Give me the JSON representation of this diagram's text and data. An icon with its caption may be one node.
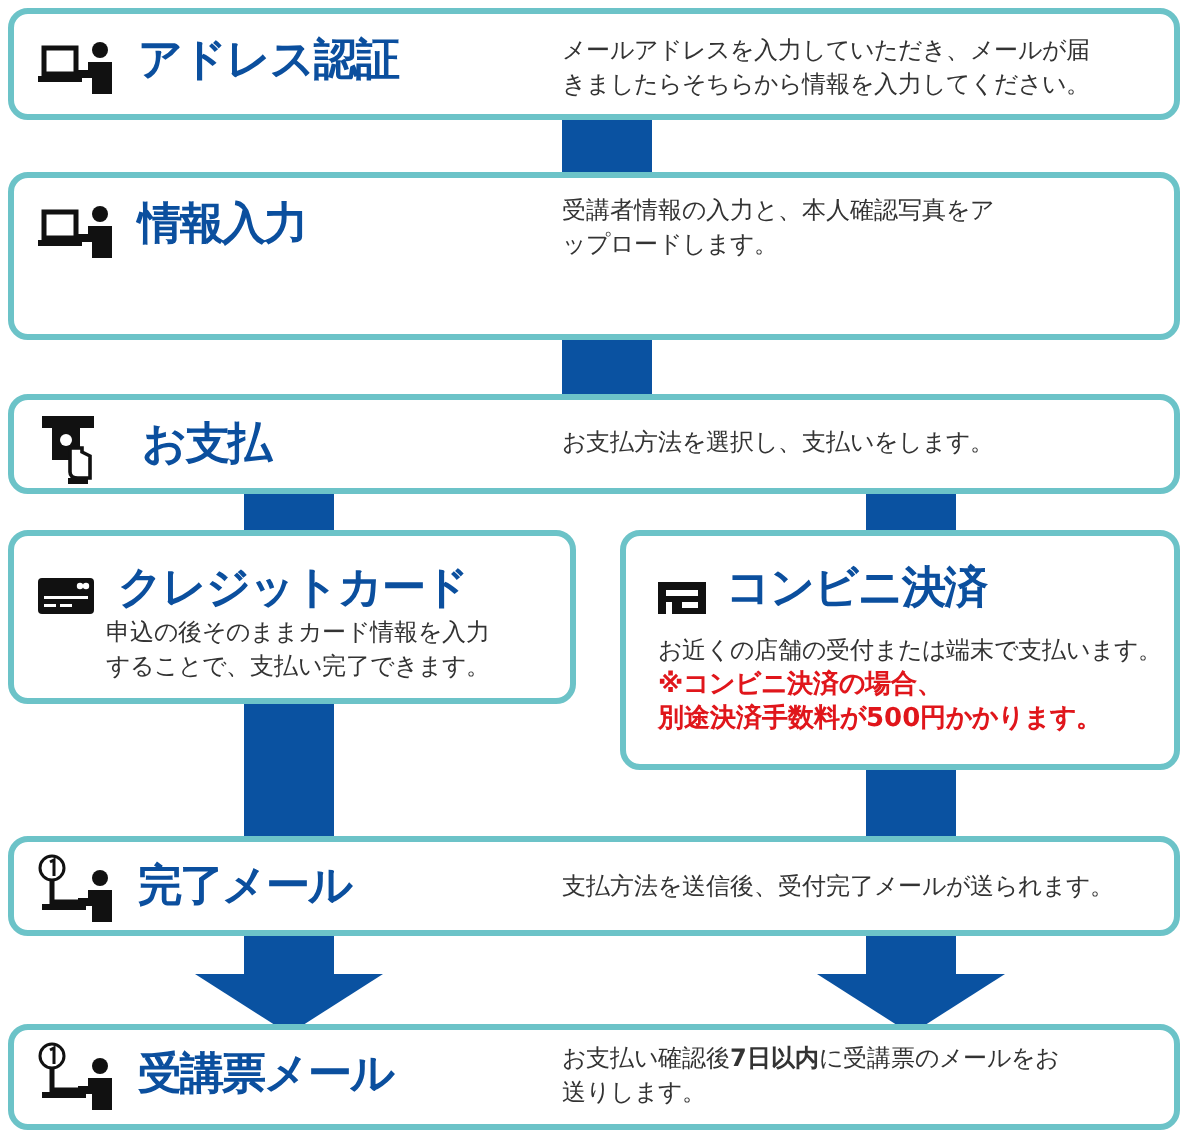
{
  "diagram": {
    "nodes": [
      {
        "text": [
          "アドレス認証",
          "メールアドレスを入力していただき、メールが届きましたらそちらから情報を入力してください。"
        ]
      },
      {
        "text": [
          "情報入力",
          "受講者情報の入力と、本人確認写真をアップロードします。"
        ]
      },
      {
        "text": [
          "お支払",
          "お支払方法を選択し、支払いをします。"
        ]
      },
      {
        "text": [
          "クレジットカード",
          "申込の後そのままカード情報を入力することで、支払い完了できます。"
        ]
      },
      {
        "text": [
          "コンビニ決済",
          "お近くの店舗の受付または端末で支払います。",
          "※コンビニ決済の場合、別途決済手数料が500円かかります。"
        ]
      },
      {
        "text": [
          "完了メール",
          "支払方法を送信後、受付完了メールが送られます。"
        ]
      },
      {
        "text": [
          "受講票メール",
          "お支払い確認後**7日以内**に受講票のメールをお送りします。"
        ]
      }
    ],
    "edges": [
      {
        "from": 0,
        "to": 1,
        "arrow": "none"
      },
      {
        "from": 1,
        "to": 2,
        "arrow": "none"
      },
      {
        "from": 2,
        "to": 3,
        "arrow": "none"
      },
      {
        "from": 2,
        "to": 4,
        "arrow": "none"
      },
      {
        "from": 3,
        "to": 5,
        "arrow": "none"
      },
      {
        "from": 4,
        "to": 5,
        "arrow": "none"
      },
      {
        "from": 5,
        "to": 6,
        "arrow": "to"
      },
      {
        "from": 5,
        "to": 6,
        "arrow": "to"
      }
    ]
  }
}
